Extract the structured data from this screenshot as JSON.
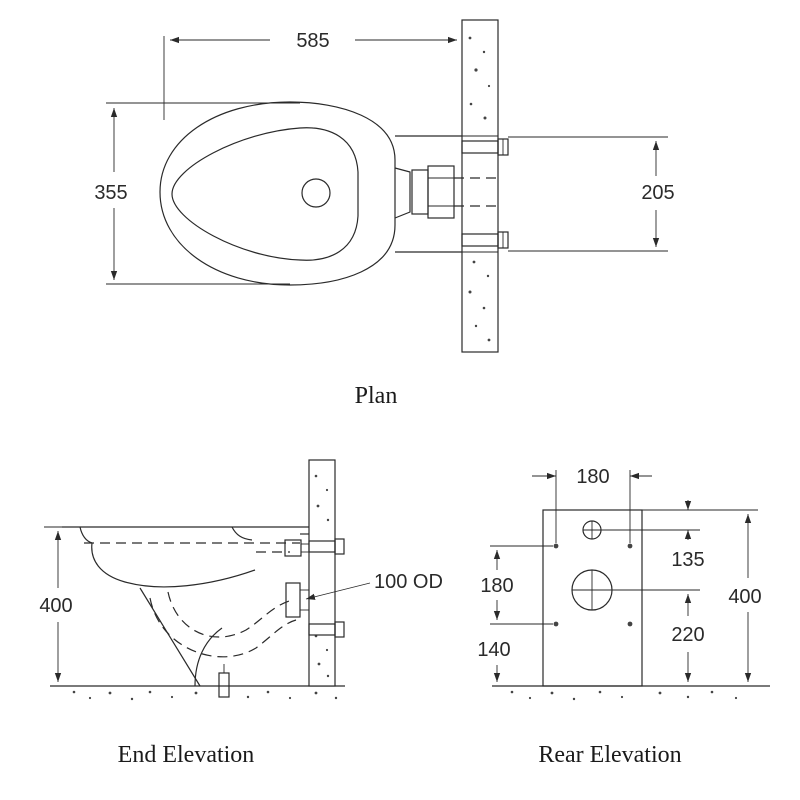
{
  "views": {
    "plan": {
      "title": "Plan",
      "dims": {
        "width": "585",
        "depth": "355",
        "fixing_centres": "205"
      }
    },
    "end_elevation": {
      "title": "End Elevation",
      "dims": {
        "height": "400",
        "outlet": "100 OD"
      }
    },
    "rear_elevation": {
      "title": "Rear Elevation",
      "dims": {
        "fixing_spacing": "180",
        "inlet_offset": "135",
        "side_spacing": "180",
        "overall_height": "400",
        "outlet_height": "220",
        "fixing_height": "140"
      }
    }
  },
  "colors": {
    "line": "#2a2a2a",
    "background": "#ffffff"
  }
}
